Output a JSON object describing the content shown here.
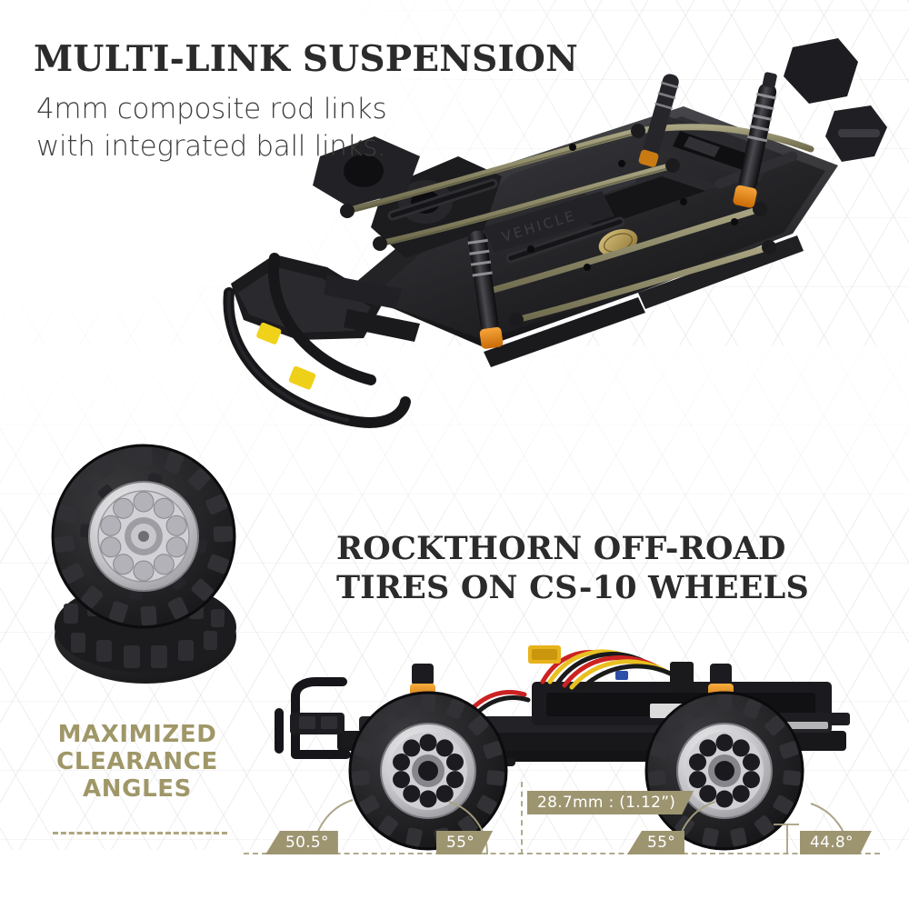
{
  "page": {
    "background_color": "#ffffff",
    "accent_khaki": "#9d9470",
    "heading_color": "#2b2b2b"
  },
  "sections": {
    "suspension": {
      "heading": "MULTI-LINK SUSPENSION",
      "body": "4mm composite rod links with integrated ball links."
    },
    "tires": {
      "heading": "ROCKTHORN OFF-ROAD TIRES ON CS-10 WHEELS"
    },
    "clearance": {
      "title": "MAXIMIZED CLEARANCE ANGLES",
      "height_label": "28.7mm : (1.12”)",
      "angles": [
        {
          "id": "approach-front",
          "value": "50.5°"
        },
        {
          "id": "breakover-front",
          "value": "55°"
        },
        {
          "id": "breakover-rear",
          "value": "55°"
        },
        {
          "id": "departure-rear",
          "value": "44.8°"
        }
      ]
    }
  },
  "photos": {
    "chassis": {
      "name": "rc-chassis-multi-link-suspension",
      "colors": {
        "plastic": "#1b1b1c",
        "plastic_light": "#3a3a3c",
        "link_rod": "#8d8a66",
        "shock_collar": "#e88a18",
        "badge_gold": "#b39a52",
        "lens_yellow": "#f2d41a"
      }
    },
    "tires": {
      "name": "rockthorn-tires-cs10-wheels",
      "colors": {
        "rubber": "#1d1d1f",
        "rim_chrome": "#d8d8da",
        "rim_shadow": "#9a9a9e"
      }
    },
    "truck": {
      "name": "rc-truck-side-profile-clearance",
      "colors": {
        "frame": "#141416",
        "shock_orange": "#e2871a",
        "wire_red": "#cc2222",
        "wire_yellow": "#e8c021",
        "wire_black": "#1a1a1a",
        "connector_xt60": "#e8b21a",
        "rim_chrome": "#dcdcde"
      }
    }
  }
}
